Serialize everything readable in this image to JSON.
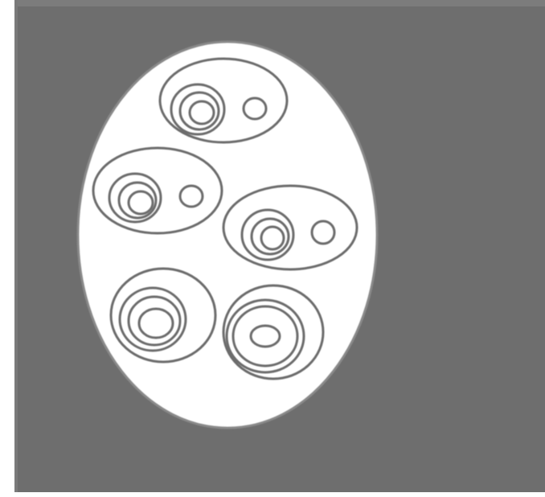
{
  "diagram": {
    "colors": {
      "background": "#6e6e6e",
      "frame_border": "#7a7a7a",
      "container_fill": "#ffffff",
      "container_stroke": "#777777",
      "ring_stroke": "#6c6c6c"
    },
    "container": {
      "shape": "ellipse",
      "label": ""
    },
    "groups": [
      {
        "id": "group-1",
        "kind": "bullseye-with-dot",
        "rings": 3,
        "has_dot": true
      },
      {
        "id": "group-2",
        "kind": "bullseye-with-dot",
        "rings": 3,
        "has_dot": true
      },
      {
        "id": "group-3",
        "kind": "bullseye-with-dot",
        "rings": 3,
        "has_dot": true
      },
      {
        "id": "group-4",
        "kind": "concentric",
        "rings": 4,
        "has_dot": false
      },
      {
        "id": "group-5",
        "kind": "concentric",
        "rings": 4,
        "has_dot": false
      }
    ]
  }
}
